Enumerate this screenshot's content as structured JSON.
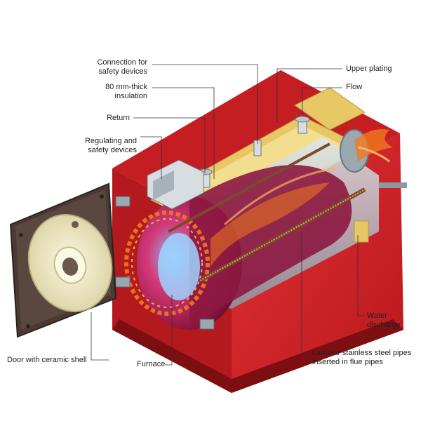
{
  "diagram": {
    "colors": {
      "casing": "#d21f24",
      "casing_dark": "#9e1417",
      "insulation": "#e7c766",
      "steel": "#b9c4cc",
      "flame": "#f07a1e",
      "door": "#4a3a33",
      "ceramic": "#efe9c9",
      "leader": "#333333"
    },
    "labels": {
      "connection_safety": "Connection for\nsafety devices",
      "insulation": "80 mm-thick\ninsulation",
      "return": "Return",
      "regulating": "Regulating and\nsafety devices",
      "upper_plating": "Upper plating",
      "flow": "Flow",
      "water_discharge": "Water discharge",
      "laminar_pipes": "Laminar stainless steel pipes\ninserted in flue pipes",
      "door": "Door with ceramic shell",
      "furnace": "Furnace"
    }
  }
}
